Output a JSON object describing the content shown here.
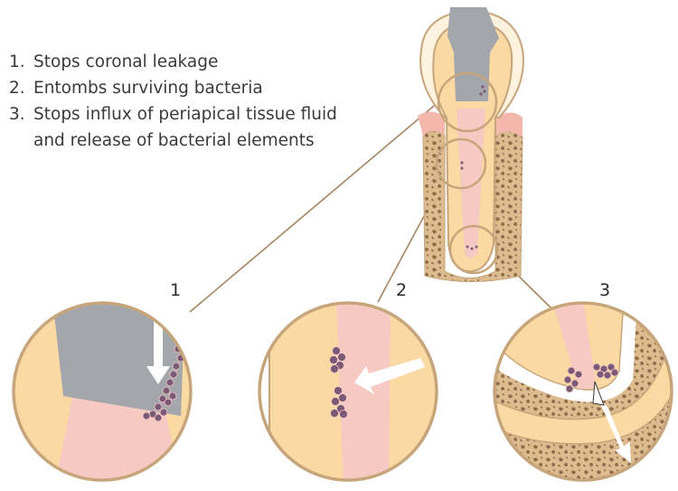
{
  "legend": [
    {
      "number": "1.",
      "text": "Stops coronal leakage"
    },
    {
      "number": "2.",
      "text": "Entombs surviving bacteria"
    },
    {
      "number": "3.",
      "text": "Stops influx of periapical tissue fluid and release of bacterial elements"
    }
  ],
  "zoom_labels": [
    "1",
    "2",
    "3"
  ],
  "colors": {
    "dentin": "#fbd9a2",
    "canal_pink": "#f6c9c3",
    "filling_gray": "#a3a7ac",
    "outline_tan": "#c7a57b",
    "bone": "#d8b98c",
    "bone_pattern": "#8c6a4a",
    "bacteria": "#7a5a76",
    "gum": "#f3b7ab"
  }
}
